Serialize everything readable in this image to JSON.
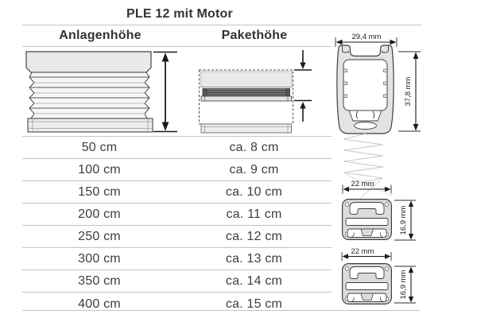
{
  "title": "PLE 12 mit Motor",
  "table": {
    "headers": {
      "col1": "Anlagenhöhe",
      "col2": "Pakethöhe"
    },
    "rows": [
      {
        "anlagenhoehe": "50 cm",
        "pakethoehe": "ca. 8 cm"
      },
      {
        "anlagenhoehe": "100 cm",
        "pakethoehe": "ca. 9 cm"
      },
      {
        "anlagenhoehe": "150 cm",
        "pakethoehe": "ca. 10 cm"
      },
      {
        "anlagenhoehe": "200 cm",
        "pakethoehe": "ca. 11 cm"
      },
      {
        "anlagenhoehe": "250 cm",
        "pakethoehe": "ca. 12 cm"
      },
      {
        "anlagenhoehe": "300 cm",
        "pakethoehe": "ca. 13 cm"
      },
      {
        "anlagenhoehe": "350 cm",
        "pakethoehe": "ca. 14 cm"
      },
      {
        "anlagenhoehe": "400 cm",
        "pakethoehe": "ca. 15 cm"
      }
    ]
  },
  "profiles": {
    "top_rail": {
      "width": "29,4 mm",
      "height": "37,8 mm"
    },
    "middle_rail": {
      "width": "22 mm",
      "height": "16,9 mm"
    },
    "bottom_rail": {
      "width": "22 mm",
      "height": "16,9 mm"
    }
  },
  "diagrams": {
    "anlagenhoehe_illustration": "pleated-blind-extended-with-height-arrow",
    "pakethoehe_illustration": "pleated-blind-stacked-package-with-arrows",
    "right_column": "rail-cross-sections-with-fabric-spring"
  },
  "colors": {
    "text": "#3d3d3d",
    "rule": "#c3c3c3",
    "diagram_fill": "#e9e9e9",
    "stack_fill": "#777777",
    "spring": "#c8c8c8"
  }
}
